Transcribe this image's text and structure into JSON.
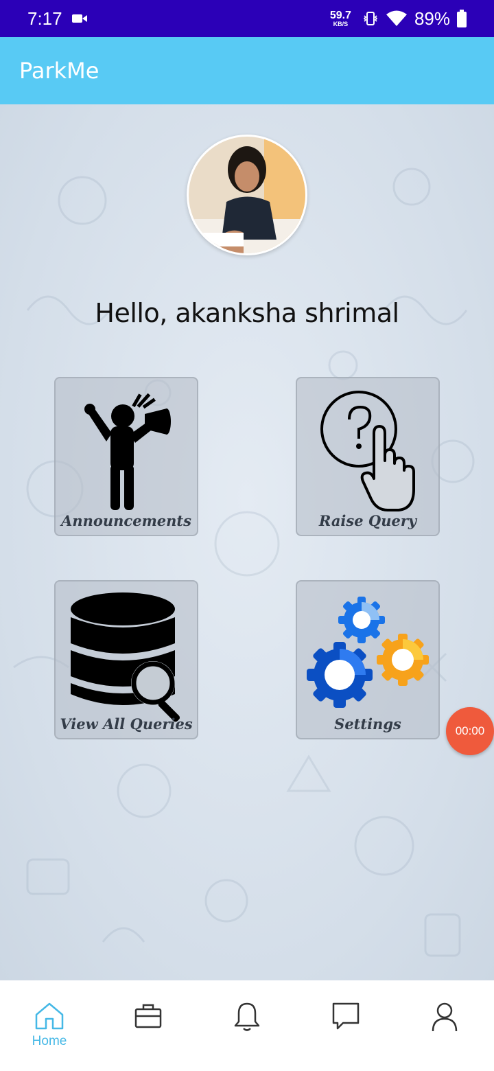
{
  "status_bar": {
    "time": "7:17",
    "net_speed_value": "59.7",
    "net_speed_unit": "KB/S",
    "battery": "89%"
  },
  "app_bar": {
    "title": "ParkMe"
  },
  "profile": {
    "greeting": "Hello, akanksha shrimal"
  },
  "tiles": [
    {
      "label": "Announcements",
      "icon": "megaphone-person-icon"
    },
    {
      "label": "Raise Query",
      "icon": "question-tap-icon"
    },
    {
      "label": "View All Queries",
      "icon": "database-search-icon"
    },
    {
      "label": "Settings",
      "icon": "gears-icon"
    }
  ],
  "timer": {
    "value": "00:00"
  },
  "bottom_nav": {
    "items": [
      {
        "label": "Home",
        "icon": "home-icon",
        "active": true
      },
      {
        "label": "",
        "icon": "briefcase-icon"
      },
      {
        "label": "",
        "icon": "bell-icon"
      },
      {
        "label": "",
        "icon": "chat-icon"
      },
      {
        "label": "",
        "icon": "profile-icon"
      }
    ]
  },
  "colors": {
    "status_bar": "#2b00b7",
    "app_bar": "#58caf4",
    "accent": "#45b8e6",
    "timer_fab": "#ef5a3c"
  }
}
